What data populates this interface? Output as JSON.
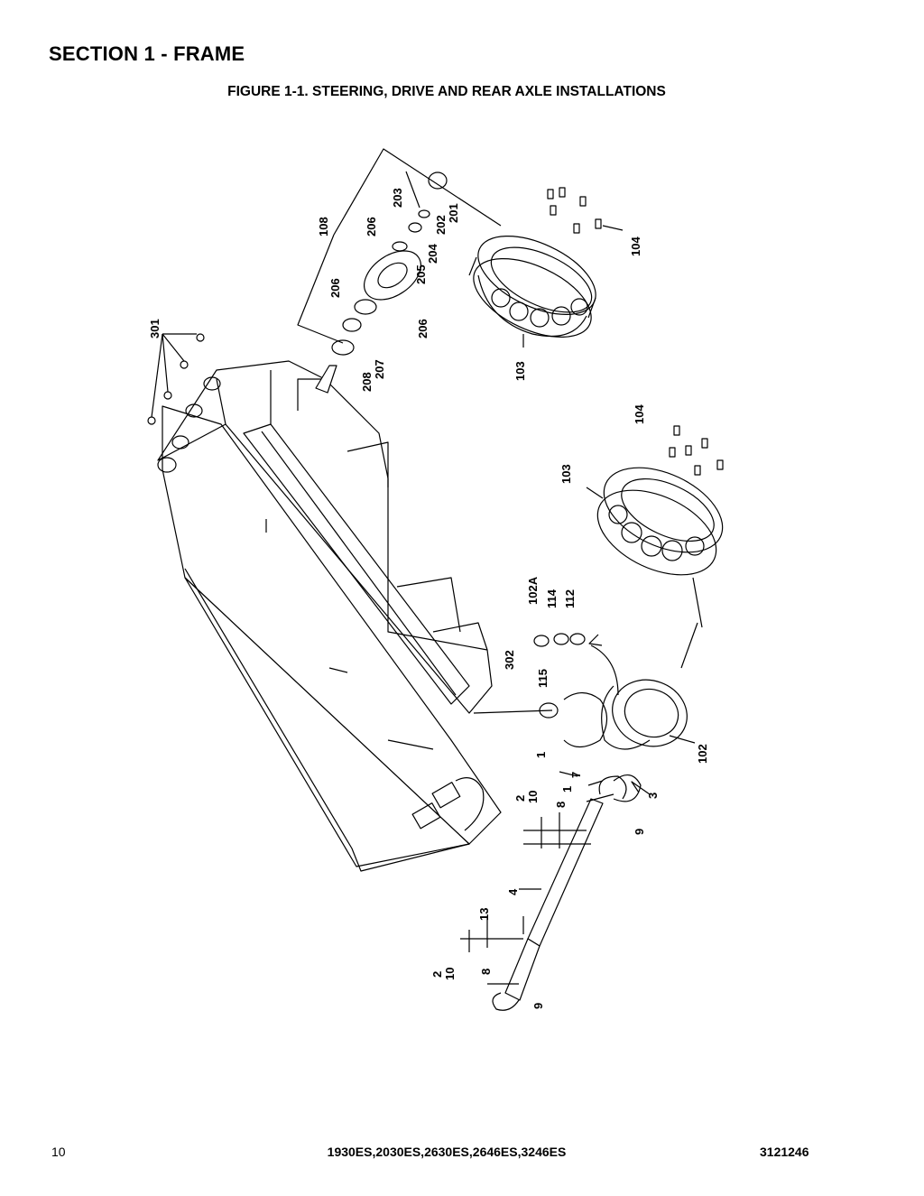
{
  "header": {
    "section_title": "SECTION 1 - FRAME",
    "figure_title": "FIGURE 1-1. STEERING, DRIVE AND REAR AXLE INSTALLATIONS"
  },
  "footer": {
    "page_number": "10",
    "models": "1930ES,2030ES,2630ES,2646ES,3246ES",
    "doc_number": "3121246"
  },
  "callouts": {
    "c108": "108",
    "c206a": "206",
    "c203": "203",
    "c202": "202",
    "c201": "201",
    "c104a": "104",
    "c205": "205",
    "c204": "204",
    "c206b": "206",
    "c206c": "206",
    "c301": "301",
    "c208": "208",
    "c207": "207",
    "c103a": "103",
    "c104b": "104",
    "c103b": "103",
    "c102A": "102A",
    "c114": "114",
    "c112": "112",
    "c302": "302",
    "c115": "115",
    "c1a": "1",
    "c102": "102",
    "c7": "7",
    "c3": "3",
    "c2a": "2",
    "c10a": "10",
    "c8a": "8",
    "c1b": "1",
    "c9a": "9",
    "c4": "4",
    "c13": "13",
    "c2b": "2",
    "c10b": "10",
    "c8b": "8",
    "c9b": "9"
  }
}
